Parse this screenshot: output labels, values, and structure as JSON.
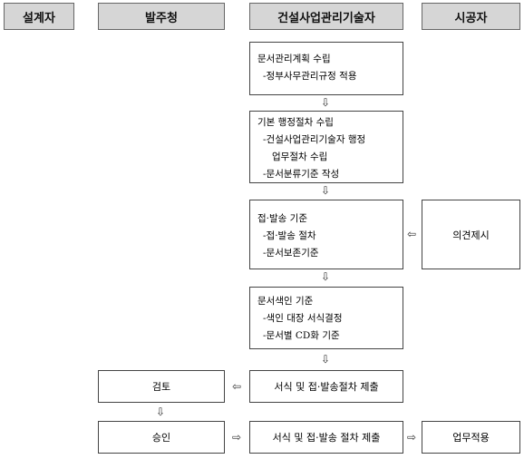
{
  "headers": {
    "designer": "설계자",
    "client": "발주청",
    "supervisor": "건설사업관리기술자",
    "contractor": "시공자"
  },
  "steps": {
    "plan": {
      "title": "문서관리계획 수립",
      "items": [
        "-정부사무관리규정 적용"
      ]
    },
    "admin": {
      "title": "기본 행정절차 수립",
      "item1_line1": "-건설사업관리기술자 행정",
      "item1_line2": "업무절차 수립",
      "item2": "-문서분류기준 작성"
    },
    "receipt": {
      "title": "접·발송 기준",
      "items": [
        "-접·발송 절차",
        "-문서보존기준"
      ]
    },
    "index": {
      "title": "문서색인 기준",
      "items": [
        "-색인 대장 서식결정",
        "-문서별 CD화 기준"
      ]
    },
    "submit1": "서식 및 접·발송절차 제출",
    "submit2": "서식 및 접·발송 절차 제출"
  },
  "client_boxes": {
    "review": "검토",
    "approve": "승인"
  },
  "contractor_boxes": {
    "opinion": "의견제시",
    "apply": "업무적용"
  },
  "arrows": {
    "down": "⇩",
    "left": "⇦",
    "right": "⇨"
  }
}
